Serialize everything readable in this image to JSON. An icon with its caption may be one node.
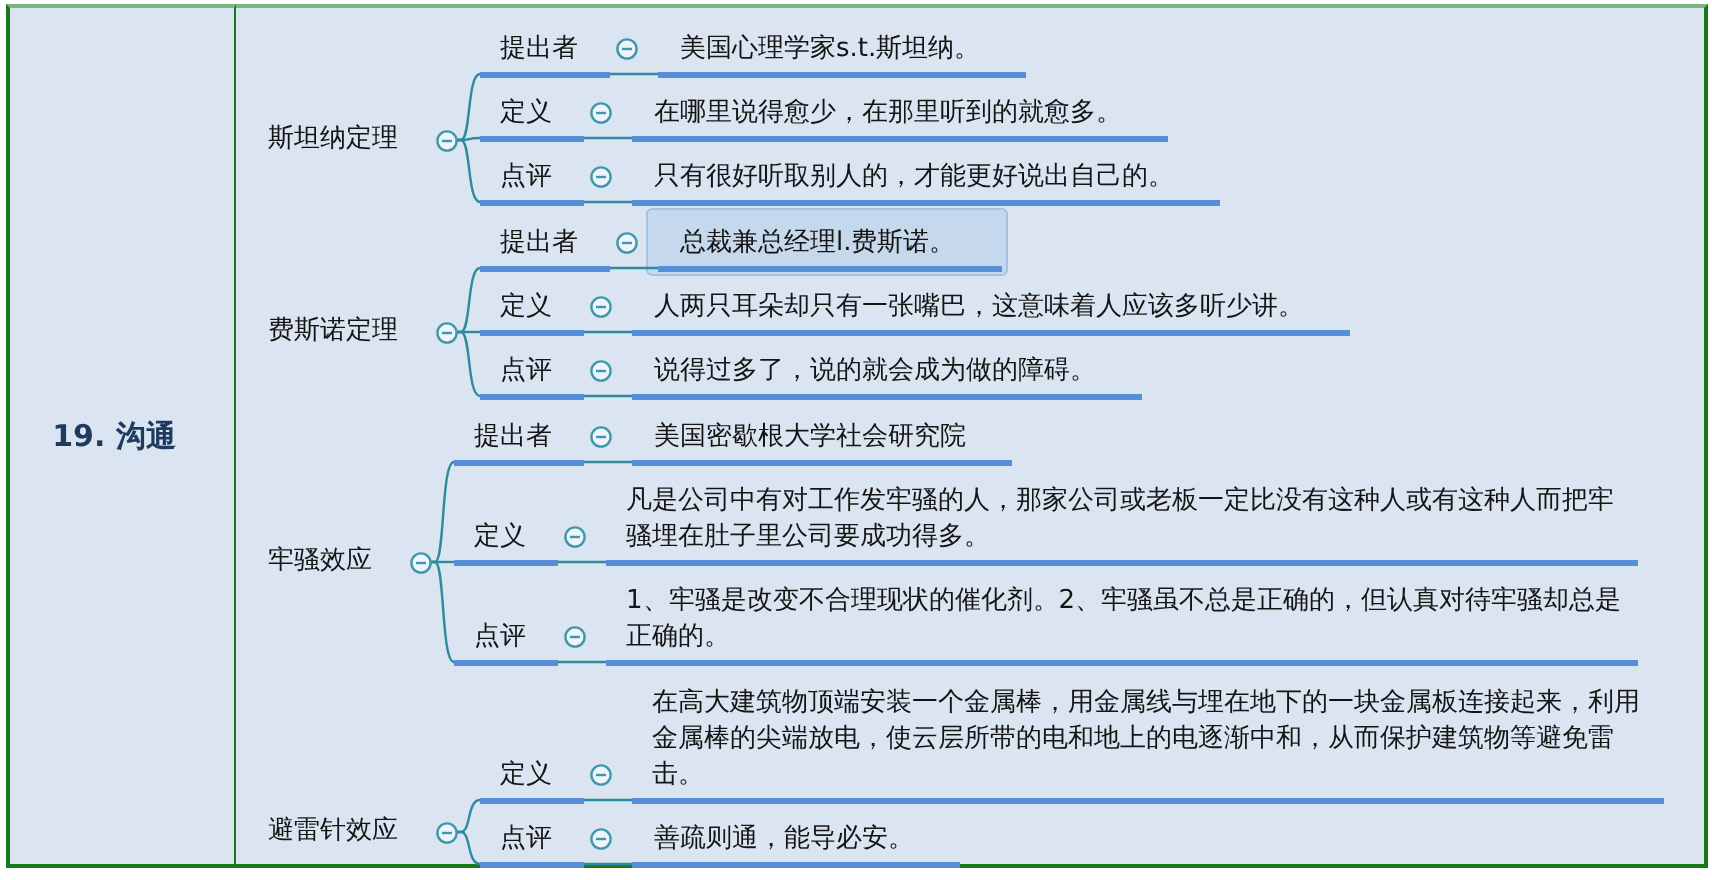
{
  "diagram": {
    "nodes": [
      {
        "text": [
          "19. 沟通"
        ]
      },
      {
        "text": [
          "斯坦纳定理"
        ]
      },
      {
        "text": [
          "提出者"
        ]
      },
      {
        "text": [
          "美国心理学家s.t.斯坦纳。"
        ]
      },
      {
        "text": [
          "定义"
        ]
      },
      {
        "text": [
          "在哪里说得愈少，在那里听到的就愈多。"
        ]
      },
      {
        "text": [
          "点评"
        ]
      },
      {
        "text": [
          "只有很好听取别人的，才能更好说出自己的。"
        ]
      },
      {
        "text": [
          "费斯诺定理"
        ]
      },
      {
        "text": [
          "提出者"
        ]
      },
      {
        "text": [
          "总裁兼总经理l.费斯诺。"
        ]
      },
      {
        "text": [
          "定义"
        ]
      },
      {
        "text": [
          "人两只耳朵却只有一张嘴巴，这意味着人应该多听少讲。"
        ]
      },
      {
        "text": [
          "点评"
        ]
      },
      {
        "text": [
          "说得过多了，说的就会成为做的障碍。"
        ]
      },
      {
        "text": [
          "牢骚效应"
        ]
      },
      {
        "text": [
          "提出者"
        ]
      },
      {
        "text": [
          "美国密歇根大学社会研究院"
        ]
      },
      {
        "text": [
          "定义"
        ]
      },
      {
        "text": [
          "凡是公司中有对工作发牢骚的人，那家公司或老板一定比没有这种人或有这种人而把牢骚埋在肚子里公司要成功得多。"
        ]
      },
      {
        "text": [
          "点评"
        ]
      },
      {
        "text": [
          "1、牢骚是改变不合理现状的催化剂。2、牢骚虽不总是正确的，但认真对待牢骚却总是正确的。"
        ]
      },
      {
        "text": [
          "避雷针效应"
        ]
      },
      {
        "text": [
          "定义"
        ]
      },
      {
        "text": [
          "在高大建筑物顶端安装一个金属棒，用金属线与埋在地下的一块金属板连接起来，利用金属棒的尖端放电，使云层所带的电和地上的电逐渐中和，从而保护建筑物等避免雷击。"
        ]
      },
      {
        "text": [
          "点评"
        ]
      },
      {
        "text": [
          "善疏则通，能导必安。"
        ]
      }
    ],
    "edges": [
      {
        "from": 1,
        "to": 2,
        "arrow": "none"
      },
      {
        "from": 2,
        "to": 3,
        "arrow": "none"
      },
      {
        "from": 1,
        "to": 4,
        "arrow": "none"
      },
      {
        "from": 4,
        "to": 5,
        "arrow": "none"
      },
      {
        "from": 1,
        "to": 6,
        "arrow": "none"
      },
      {
        "from": 6,
        "to": 7,
        "arrow": "none"
      },
      {
        "from": 8,
        "to": 9,
        "arrow": "none"
      },
      {
        "from": 9,
        "to": 10,
        "arrow": "none"
      },
      {
        "from": 8,
        "to": 11,
        "arrow": "none"
      },
      {
        "from": 11,
        "to": 12,
        "arrow": "none"
      },
      {
        "from": 8,
        "to": 13,
        "arrow": "none"
      },
      {
        "from": 13,
        "to": 14,
        "arrow": "none"
      },
      {
        "from": 15,
        "to": 16,
        "arrow": "none"
      },
      {
        "from": 16,
        "to": 17,
        "arrow": "none"
      },
      {
        "from": 15,
        "to": 18,
        "arrow": "none"
      },
      {
        "from": 18,
        "to": 19,
        "arrow": "none"
      },
      {
        "from": 15,
        "to": 20,
        "arrow": "none"
      },
      {
        "from": 20,
        "to": 21,
        "arrow": "none"
      },
      {
        "from": 22,
        "to": 23,
        "arrow": "none"
      },
      {
        "from": 23,
        "to": 24,
        "arrow": "none"
      },
      {
        "from": 22,
        "to": 25,
        "arrow": "none"
      },
      {
        "from": 25,
        "to": 26,
        "arrow": "none"
      }
    ]
  }
}
